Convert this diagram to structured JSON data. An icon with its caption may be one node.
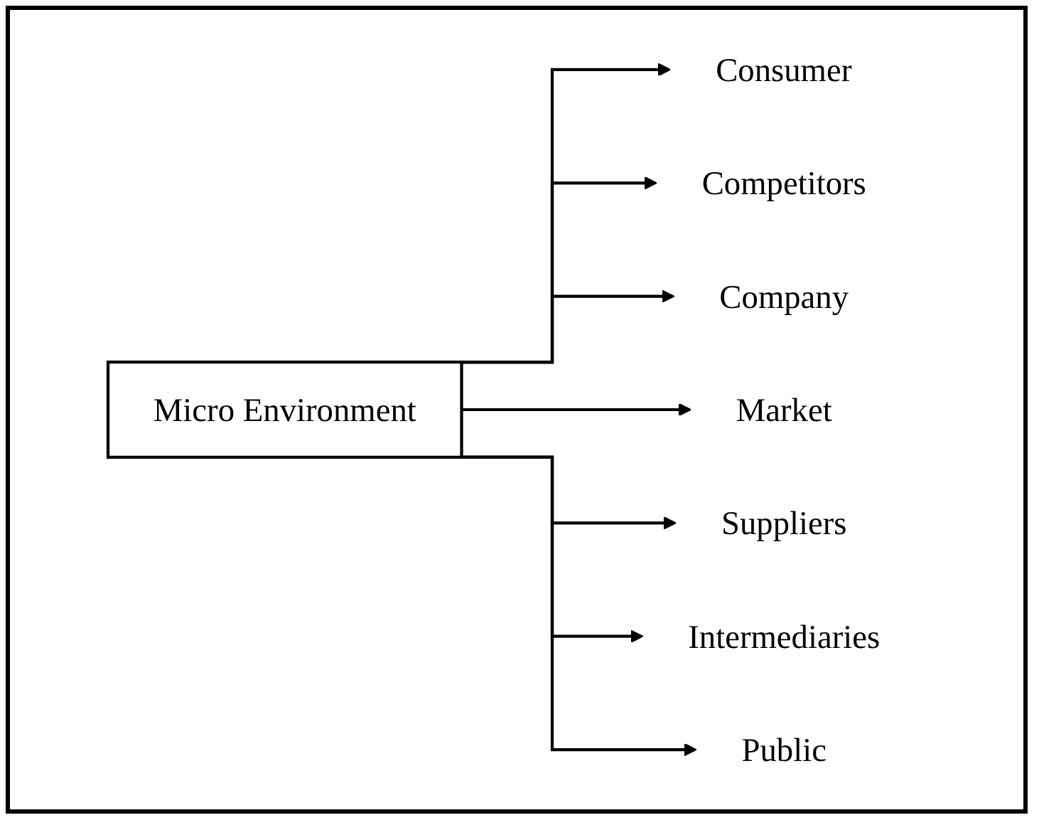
{
  "diagram": {
    "nodes": [
      {
        "text": [
          "Micro Environment"
        ]
      },
      {
        "text": [
          "Consumer"
        ]
      },
      {
        "text": [
          "Competitors"
        ]
      },
      {
        "text": [
          "Company"
        ]
      },
      {
        "text": [
          "Market"
        ]
      },
      {
        "text": [
          "Suppliers"
        ]
      },
      {
        "text": [
          "Intermediaries"
        ]
      },
      {
        "text": [
          "Public"
        ]
      }
    ],
    "edges": [
      {
        "from": 0,
        "to": 1,
        "arrow": "to"
      },
      {
        "from": 0,
        "to": 2,
        "arrow": "to"
      },
      {
        "from": 0,
        "to": 3,
        "arrow": "to"
      },
      {
        "from": 0,
        "to": 4,
        "arrow": "to"
      },
      {
        "from": 0,
        "to": 5,
        "arrow": "to"
      },
      {
        "from": 0,
        "to": 6,
        "arrow": "to"
      },
      {
        "from": 0,
        "to": 7,
        "arrow": "to"
      }
    ]
  }
}
